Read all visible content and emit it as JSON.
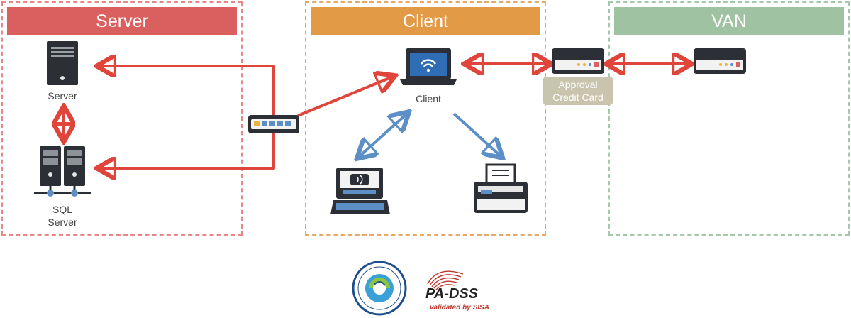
{
  "zones": {
    "server": "Server",
    "client": "Client",
    "van": "VAN"
  },
  "nodes": {
    "server_label": "Server",
    "sql_label_1": "SQL",
    "sql_label_2": "Server",
    "client_label": "Client",
    "approval_1": "Approval",
    "approval_2": "Credit Card"
  },
  "certifications": {
    "pa_dss": "PA-DSS",
    "pa_dss_sub": "validated by SISA"
  },
  "colors": {
    "server": "#d9605f",
    "client": "#e29a46",
    "van": "#9fc2a3",
    "red_arrow": "#e0453b",
    "blue_arrow": "#5b8fc6"
  }
}
